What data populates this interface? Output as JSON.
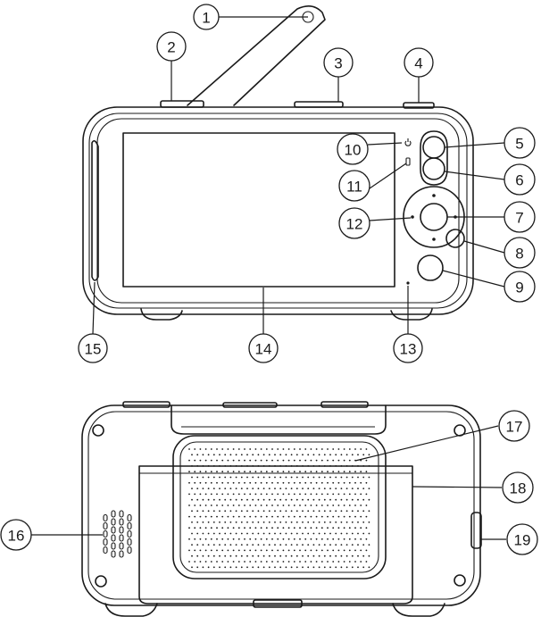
{
  "callouts": [
    {
      "id": "callout-1",
      "label": "1"
    },
    {
      "id": "callout-2",
      "label": "2"
    },
    {
      "id": "callout-3",
      "label": "3"
    },
    {
      "id": "callout-4",
      "label": "4"
    },
    {
      "id": "callout-5",
      "label": "5"
    },
    {
      "id": "callout-6",
      "label": "6"
    },
    {
      "id": "callout-7",
      "label": "7"
    },
    {
      "id": "callout-8",
      "label": "8"
    },
    {
      "id": "callout-9",
      "label": "9"
    },
    {
      "id": "callout-10",
      "label": "10"
    },
    {
      "id": "callout-11",
      "label": "11"
    },
    {
      "id": "callout-12",
      "label": "12"
    },
    {
      "id": "callout-13",
      "label": "13"
    },
    {
      "id": "callout-14",
      "label": "14"
    },
    {
      "id": "callout-15",
      "label": "15"
    },
    {
      "id": "callout-16",
      "label": "16"
    },
    {
      "id": "callout-17",
      "label": "17"
    },
    {
      "id": "callout-18",
      "label": "18"
    },
    {
      "id": "callout-19",
      "label": "19"
    }
  ],
  "icons": {
    "power_indicator": "power-icon",
    "status_indicator": "indicator-light-icon"
  }
}
